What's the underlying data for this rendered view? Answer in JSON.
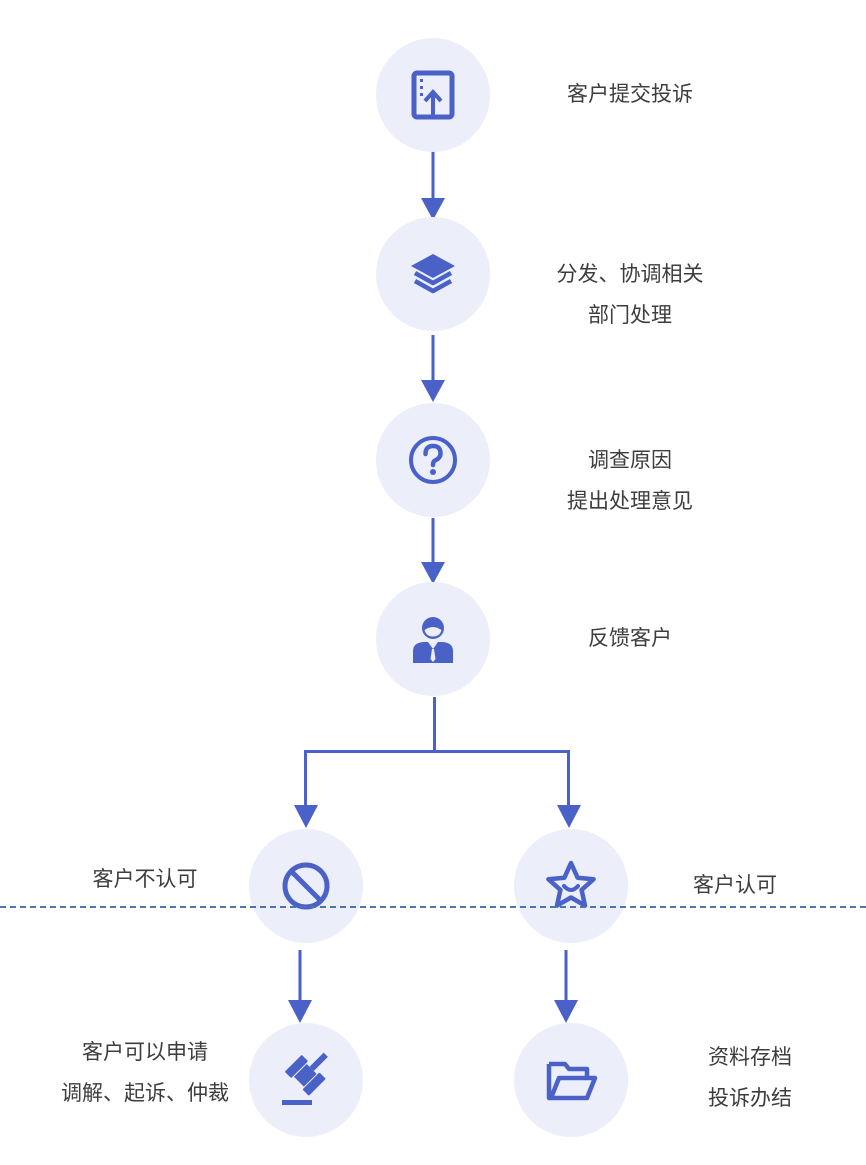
{
  "colors": {
    "accent": "#4a62c8",
    "node_bg": "#eceef9",
    "divider": "#4f73ad",
    "text": "#3d3d3d"
  },
  "steps": [
    {
      "icon": "upload-document-icon",
      "lines": [
        "客户提交投诉"
      ]
    },
    {
      "icon": "layers-icon",
      "lines": [
        "分发、协调相关",
        "部门处理"
      ]
    },
    {
      "icon": "question-icon",
      "lines": [
        "调查原因",
        "提出处理意见"
      ]
    },
    {
      "icon": "customer-service-person-icon",
      "lines": [
        "反馈客户"
      ]
    }
  ],
  "branches": {
    "reject": {
      "icon": "prohibited-icon",
      "label": "客户不认可",
      "outcome_icon": "gavel-icon",
      "outcome_lines": [
        "客户可以申请",
        "调解、起诉、仲裁"
      ]
    },
    "accept": {
      "icon": "smiling-star-icon",
      "label": "客户认可",
      "outcome_icon": "folder-open-icon",
      "outcome_lines": [
        "资料存档",
        "投诉办结"
      ]
    }
  }
}
